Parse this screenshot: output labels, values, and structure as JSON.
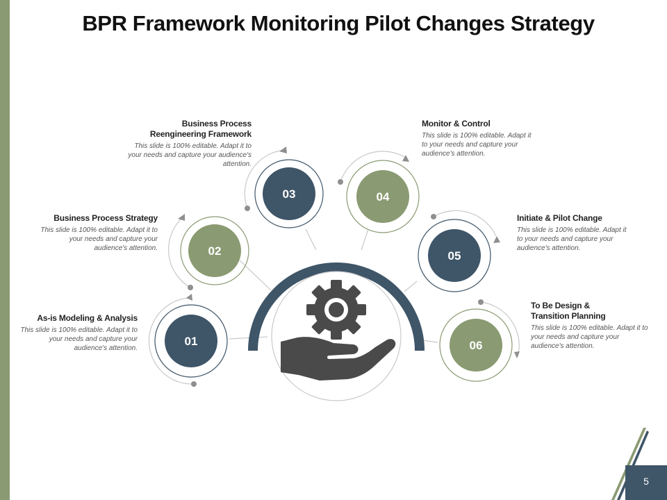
{
  "title": "BPR Framework Monitoring Pilot Changes Strategy",
  "page_number": "5",
  "colors": {
    "navy": "#3f5568",
    "olive": "#8a9a72",
    "arc_gray": "#c9c9c9"
  },
  "center_icon": "gear-hand-icon",
  "steps": [
    {
      "number": "01",
      "heading": "As-is Modeling & Analysis",
      "body": "This slide is 100% editable. Adapt it to your needs and capture your audience's attention."
    },
    {
      "number": "02",
      "heading": "Business Process Strategy",
      "body": "This slide is 100% editable. Adapt it to your needs and capture your audience's attention."
    },
    {
      "number": "03",
      "heading": "Business Process Reengineering Framework",
      "body": "This slide is 100% editable. Adapt it to your needs and capture your audience's attention."
    },
    {
      "number": "04",
      "heading": "Monitor & Control",
      "body": "This slide is 100% editable. Adapt it to your needs and capture your audience's attention."
    },
    {
      "number": "05",
      "heading": "Initiate & Pilot Change",
      "body": "This slide is 100% editable. Adapt it to your needs and capture your audience's attention."
    },
    {
      "number": "06",
      "heading": "To Be Design & Transition Planning",
      "body": "This slide is 100% editable. Adapt it to your needs and capture your audience's attention."
    }
  ]
}
